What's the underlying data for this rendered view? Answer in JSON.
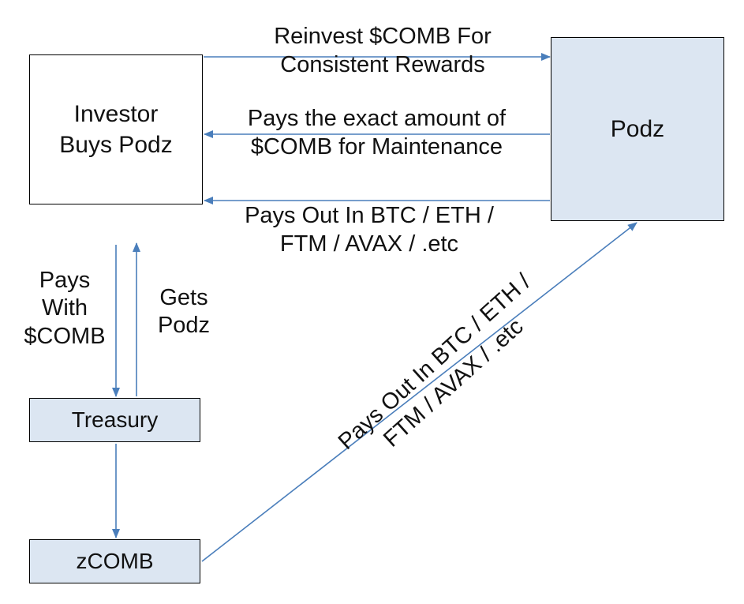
{
  "nodes": {
    "investor": {
      "line1": "Investor",
      "line2": "Buys Podz"
    },
    "podz": {
      "label": "Podz"
    },
    "treasury": {
      "label": "Treasury"
    },
    "zcomb": {
      "label": "zCOMB"
    }
  },
  "edges": {
    "reinvest": {
      "line1": "Reinvest $COMB For",
      "line2": "Consistent Rewards"
    },
    "maintenance": {
      "line1": "Pays the exact amount of",
      "line2": "$COMB for Maintenance"
    },
    "payout_investor": {
      "line1": "Pays Out In BTC / ETH /",
      "line2": "FTM / AVAX / .etc"
    },
    "pays_with": {
      "line1": "Pays",
      "line2": "With",
      "line3": "$COMB"
    },
    "gets_podz": {
      "line1": "Gets",
      "line2": "Podz"
    },
    "payout_zcomb": {
      "line1": "Pays Out In BTC / ETH /",
      "line2": "FTM / AVAX / .etc"
    }
  },
  "colors": {
    "arrow": "#4a7ebb",
    "box_fill": "#dce6f2",
    "box_border": "#000000"
  }
}
